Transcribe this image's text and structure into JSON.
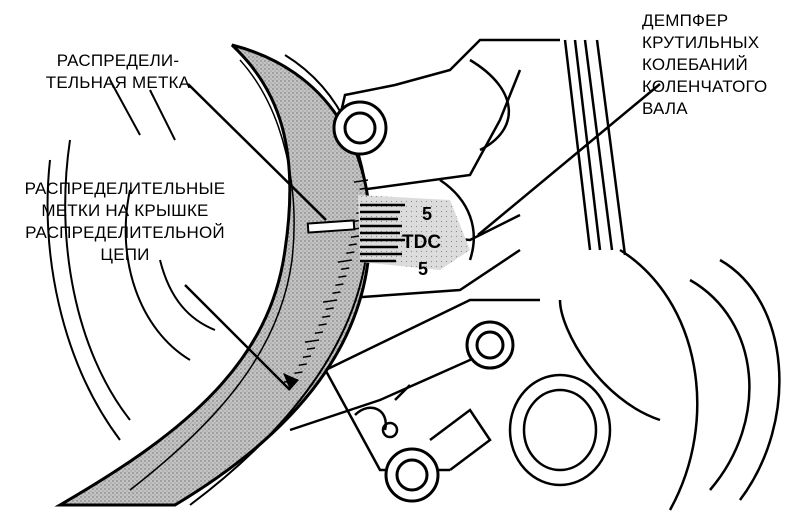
{
  "labels": {
    "timing_mark": [
      "РАСПРЕДЕЛИ-",
      "ТЕЛЬНАЯ МЕТКА"
    ],
    "cover_marks": [
      "РАСПРЕДЕЛИТЕЛЬНЫЕ",
      "МЕТКИ НА КРЫШКЕ",
      "РАСПРЕДЕЛИТЕЛЬНОЙ",
      "ЦЕПИ"
    ],
    "damper": [
      "ДЕМПФЕР",
      "КРУТИЛЬНЫХ",
      "КОЛЕБАНИЙ",
      "КОЛЕНЧАТОГО",
      "ВАЛА"
    ]
  },
  "scale": {
    "upper": "5",
    "center": "TDC",
    "lower": "5"
  },
  "colors": {
    "ink": "#000000",
    "shade": "#b8b8b8",
    "paper": "#ffffff"
  }
}
